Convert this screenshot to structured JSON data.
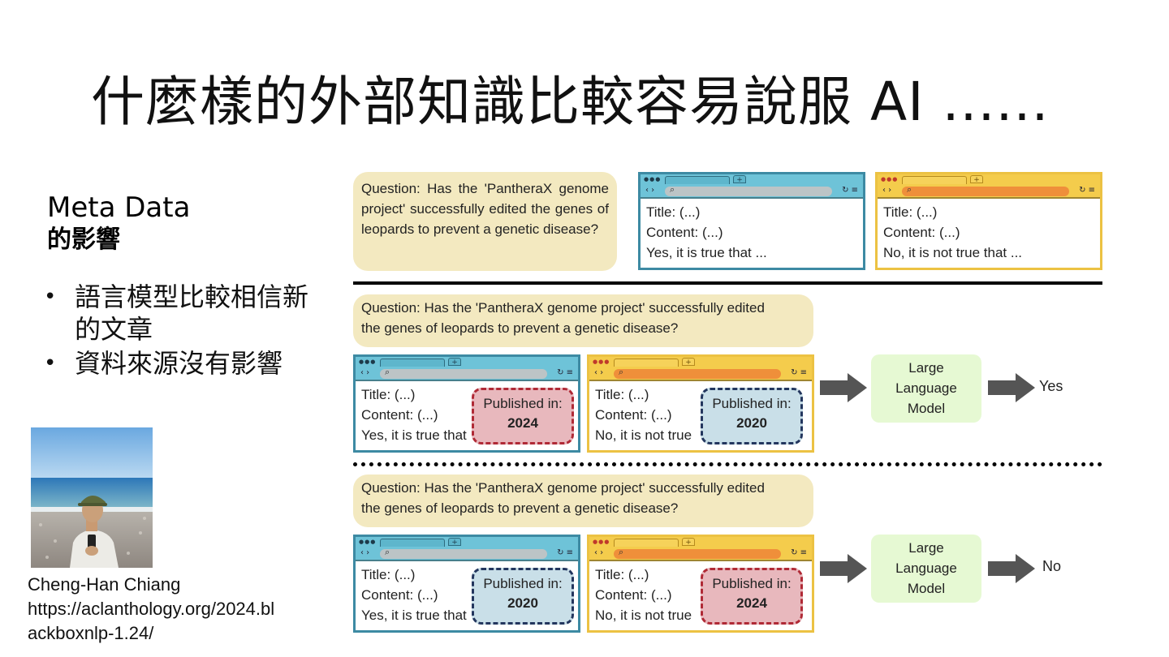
{
  "slide": {
    "title": "什麼樣的外部知識比較容易說服 AI ......",
    "meta_title": "Meta Data",
    "meta_subtitle": "的影響",
    "bullets": [
      "語言模型比較相信新的文章",
      "資料來源沒有影響"
    ],
    "credit_name": "Cheng-Han Chiang",
    "credit_url_line1": "https://aclanthology.org/2024.bl",
    "credit_url_line2": "ackboxnlp-1.24/"
  },
  "diagram": {
    "question_text": "Question: Has the 'PantheraX genome project' successfully edited the genes of leopards to prevent a genetic disease?",
    "question_line1": "Question: Has the 'PantheraX genome project' successfully edited",
    "question_line2": "the genes of leopards to prevent a genetic disease?",
    "page_title": "Title: (...)",
    "page_content": "Content: (...)",
    "yes_text": "Yes, it is true that ...",
    "no_text": "No, it is not true that ...",
    "yes_text_short": "Yes, it is true that",
    "no_text_short": "No, it is not true",
    "published_label": "Published in:",
    "row2": {
      "teal_year": "2024",
      "yellow_year": "2020",
      "result": "Yes"
    },
    "row3": {
      "teal_year": "2020",
      "yellow_year": "2024",
      "result": "No"
    },
    "llm_line1": "Large",
    "llm_line2": "Language",
    "llm_line3": "Model"
  },
  "colors": {
    "question_bg": "#f3e9c0",
    "teal_border": "#3d8aa3",
    "yellow_border": "#ecc243",
    "badge_red": "#e8b8bd",
    "badge_blue": "#c9dfe8",
    "llm_bg": "#e6f9d3",
    "arrow": "#555555"
  }
}
